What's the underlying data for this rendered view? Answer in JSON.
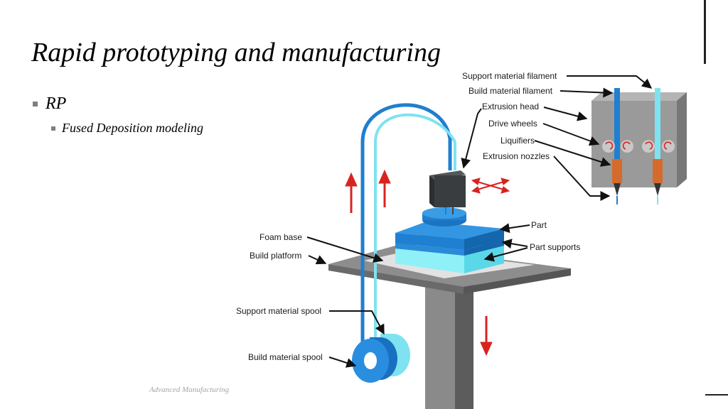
{
  "slide": {
    "title": "Rapid prototyping and manufacturing",
    "bullets": {
      "level1": "RP",
      "level2": "Fused Deposition modeling"
    },
    "footer": "Advanced Manufacturing"
  },
  "diagram": {
    "labels": {
      "support_filament": "Support material filament",
      "build_filament": "Build material filament",
      "extrusion_head": "Extrusion head",
      "drive_wheels": "Drive wheels",
      "liquifiers": "Liquifiers",
      "extrusion_nozzles": "Extrusion nozzles",
      "part": "Part",
      "part_supports": "Part supports",
      "foam_base": "Foam base",
      "build_platform": "Build platform",
      "support_spool": "Support material spool",
      "build_spool": "Build material spool"
    },
    "colors": {
      "build_blue": "#1f7fd0",
      "support_cyan": "#7fe2f0",
      "arrow_red": "#d9231f",
      "head_gray": "#3a3d40",
      "platform_gray": "#8c8c8c",
      "liquifier_orange": "#d46a2c"
    }
  }
}
